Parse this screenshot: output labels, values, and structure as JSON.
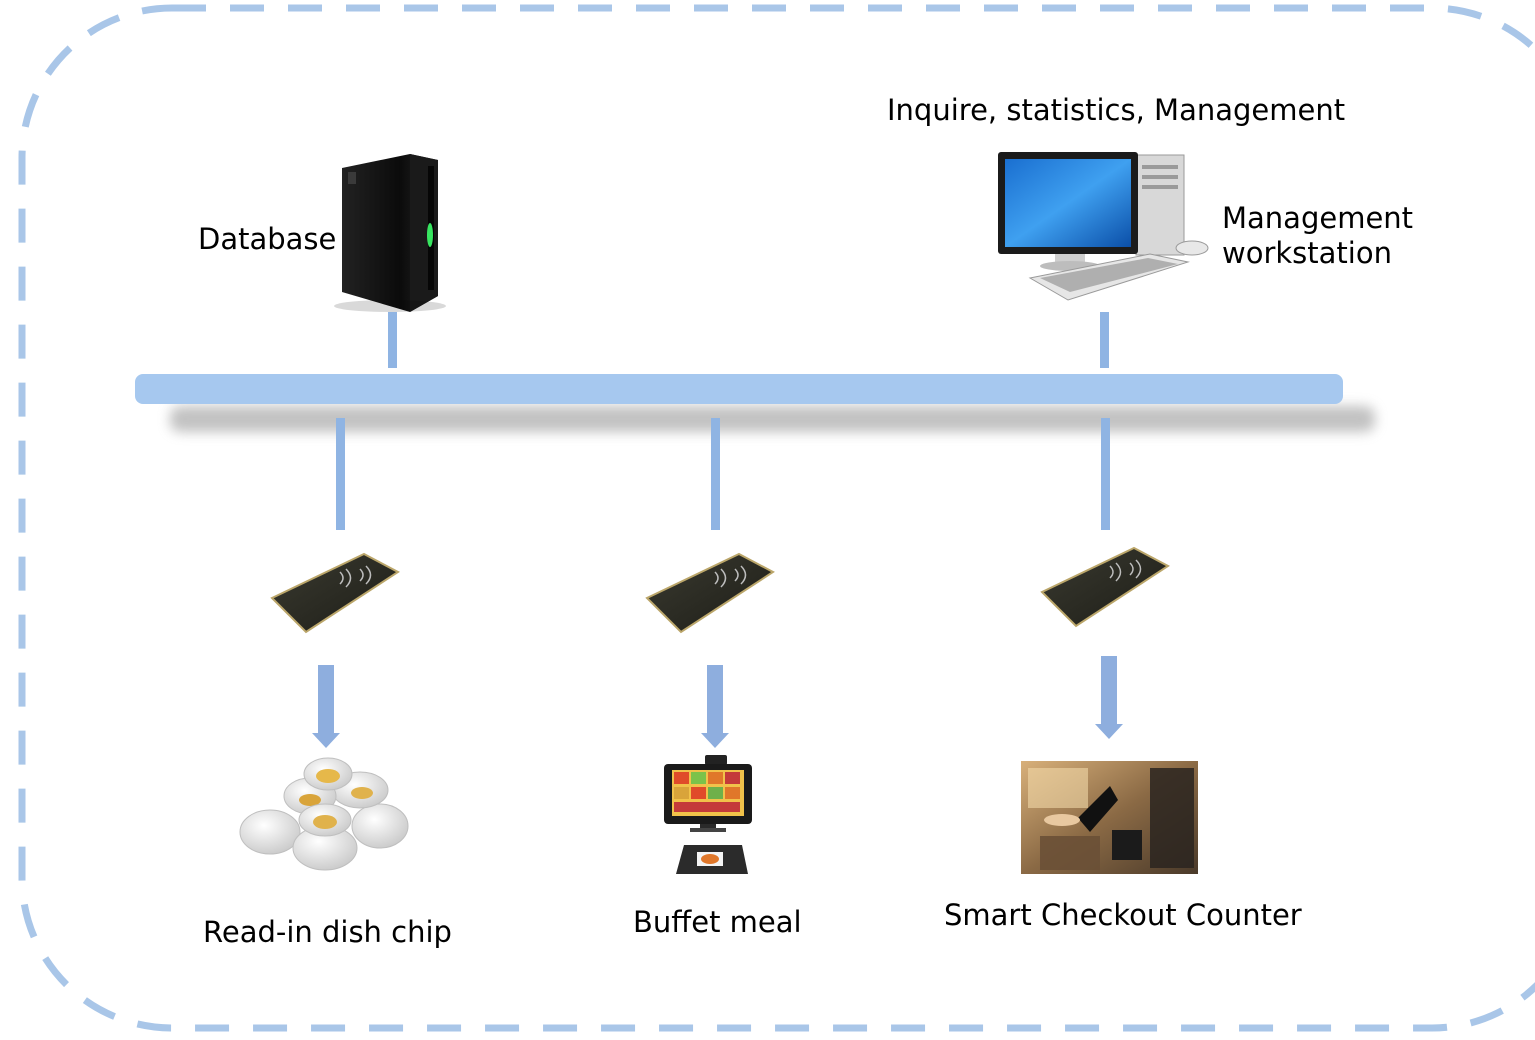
{
  "labels": {
    "database": "Database",
    "workstation_caption": "Inquire, statistics, Management",
    "workstation_line1": "Management",
    "workstation_line2": "workstation",
    "dish_chip": "Read-in dish chip",
    "buffet": "Buffet meal",
    "checkout": "Smart Checkout Counter"
  },
  "icons": {
    "server": "server-tower-icon",
    "workstation": "desktop-computer-icon",
    "reader": "rfid-reader-icon",
    "chips": "dish-chip-tokens-icon",
    "terminal": "pos-terminal-icon",
    "checkout": "checkout-counter-photo"
  },
  "colors": {
    "border_dash": "#a9c6e8",
    "bus": "#a6c8ef",
    "connector": "#8fb4e3",
    "arrow": "#8eaede"
  }
}
